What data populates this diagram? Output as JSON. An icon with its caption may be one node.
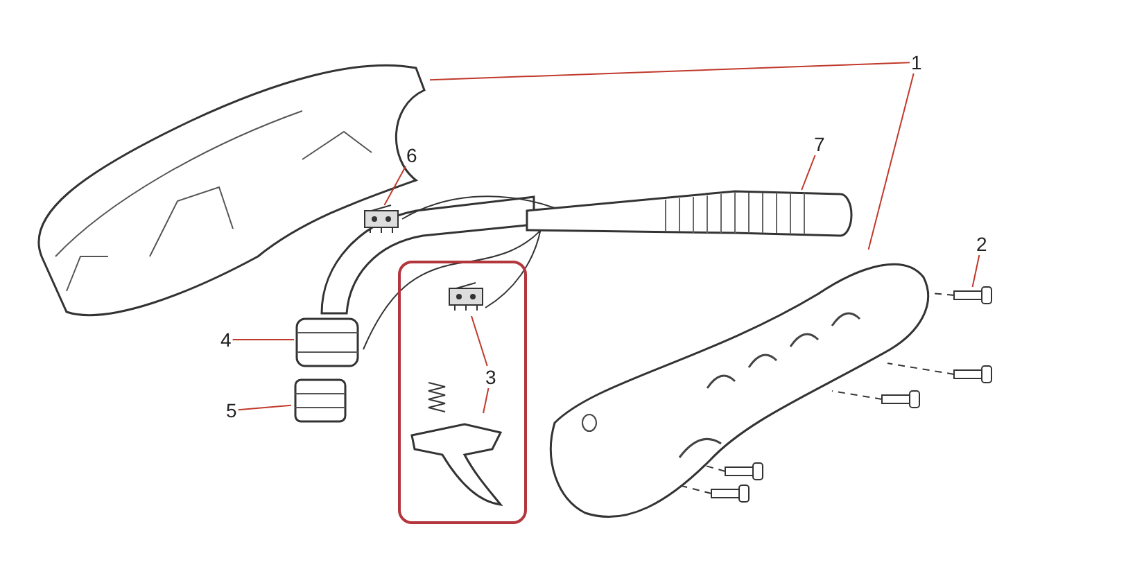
{
  "diagram": {
    "nodes": [
      {
        "text": [
          "1"
        ]
      },
      {
        "text": [],
        "shape": "picture"
      },
      {
        "text": [],
        "shape": "picture"
      },
      {
        "text": [
          "2"
        ]
      },
      {
        "text": [],
        "shape": "picture"
      },
      {
        "text": [
          "7"
        ]
      },
      {
        "text": [],
        "shape": "picture"
      },
      {
        "text": [
          "6"
        ]
      },
      {
        "text": [],
        "shape": "picture"
      },
      {
        "text": [
          "4"
        ]
      },
      {
        "text": [],
        "shape": "picture"
      },
      {
        "text": [
          "5"
        ]
      },
      {
        "text": [],
        "shape": "picture"
      },
      {
        "text": [],
        "shape": "box"
      },
      {
        "text": [
          "3"
        ],
        "in": 13
      },
      {
        "text": [],
        "shape": "picture",
        "in": 13
      },
      {
        "text": [],
        "shape": "picture",
        "in": 13
      }
    ],
    "edges": [
      {
        "from": 0,
        "to": 1,
        "arrow": "none"
      },
      {
        "from": 0,
        "to": 2,
        "arrow": "none"
      },
      {
        "from": 3,
        "to": 4,
        "arrow": "none"
      },
      {
        "from": 5,
        "to": 6,
        "arrow": "none"
      },
      {
        "from": 7,
        "to": 8,
        "arrow": "none"
      },
      {
        "from": 9,
        "to": 10,
        "arrow": "none"
      },
      {
        "from": 11,
        "to": 12,
        "arrow": "none"
      },
      {
        "from": 14,
        "to": 15,
        "arrow": "none"
      },
      {
        "from": 14,
        "to": 16,
        "arrow": "none"
      }
    ]
  }
}
